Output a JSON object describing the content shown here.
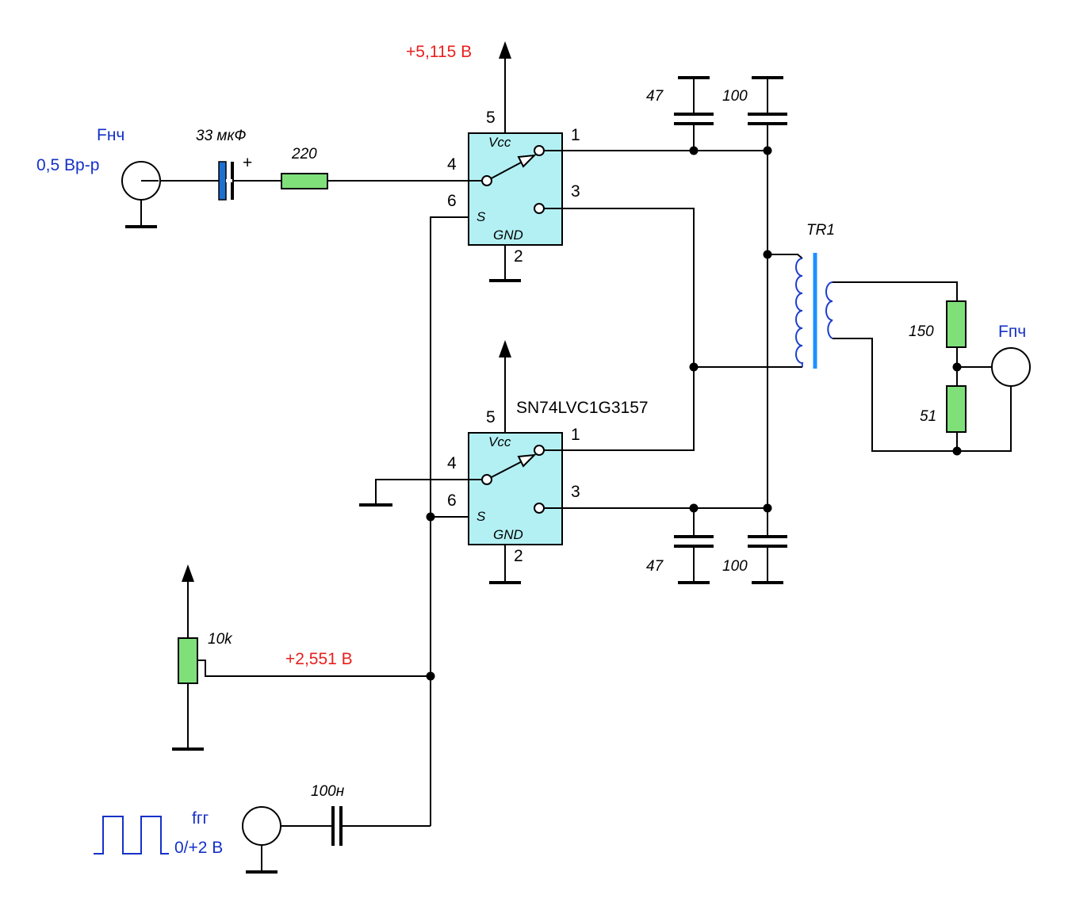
{
  "voltages": {
    "vcc": "+5,115 В",
    "bias": "+2,551 В"
  },
  "inputs": {
    "lf_name": "Fнч",
    "lf_level": "0,5 Вр-р",
    "het_name": "fгг",
    "het_level": "0/+2 В"
  },
  "outputs": {
    "if_name": "Fпч"
  },
  "components": {
    "c_input": "33 мкФ",
    "c_input_polarity": "+",
    "r_input": "220",
    "c_top_small": "47",
    "c_top_large": "100",
    "c_bottom_small": "47",
    "c_bottom_large": "100",
    "transformer": "TR1",
    "r_out_top": "150",
    "r_out_bottom": "51",
    "pot": "10k",
    "c_het": "100н",
    "ic_part": "SN74LVC1G3157"
  },
  "ic_labels": {
    "vcc": "Vcc",
    "gnd": "GND",
    "sel": "S"
  },
  "pins": {
    "p1": "1",
    "p2": "2",
    "p3": "3",
    "p4": "4",
    "p5": "5",
    "p6": "6"
  },
  "colors": {
    "voltage_label": "#E8201E",
    "signal_label": "#1530C8",
    "resistor_fill": "#7FE07A",
    "ic_fill": "#B3F0F4",
    "electrolytic_fill": "#1E6FD0",
    "transformer_core": "#1E90FF"
  }
}
